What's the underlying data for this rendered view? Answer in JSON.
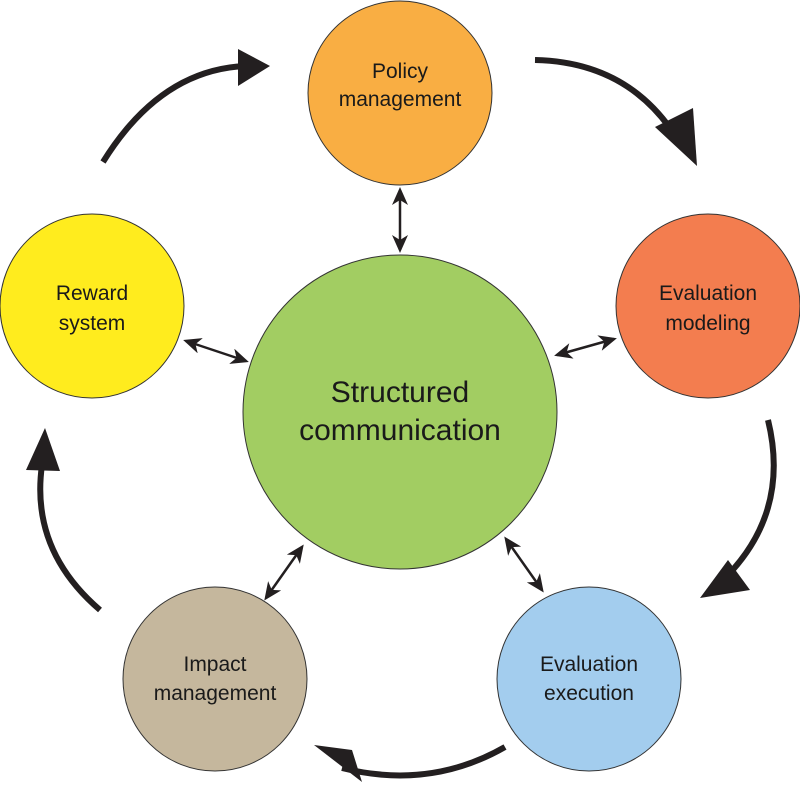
{
  "diagram": {
    "type": "cycle-with-hub",
    "center": {
      "id": "structured-communication",
      "lines": [
        "Structured",
        "communication"
      ],
      "color": "#A2CD62"
    },
    "nodes": [
      {
        "id": "policy-management",
        "lines": [
          "Policy",
          "management"
        ],
        "color": "#F9AE43"
      },
      {
        "id": "evaluation-modeling",
        "lines": [
          "Evaluation",
          "modeling"
        ],
        "color": "#F37D4F"
      },
      {
        "id": "evaluation-execution",
        "lines": [
          "Evaluation",
          "execution"
        ],
        "color": "#A3CDEE"
      },
      {
        "id": "impact-management",
        "lines": [
          "Impact",
          "management"
        ],
        "color": "#C5B79D"
      },
      {
        "id": "reward-system",
        "lines": [
          "Reward",
          "system"
        ],
        "color": "#FFEC1E"
      }
    ],
    "cycle_direction": "clockwise",
    "cycle_edges": [
      {
        "from": "policy-management",
        "to": "evaluation-modeling"
      },
      {
        "from": "evaluation-modeling",
        "to": "evaluation-execution"
      },
      {
        "from": "evaluation-execution",
        "to": "impact-management"
      },
      {
        "from": "impact-management",
        "to": "reward-system"
      },
      {
        "from": "reward-system",
        "to": "policy-management"
      }
    ],
    "hub_links": [
      {
        "node": "policy-management",
        "type": "bidirectional"
      },
      {
        "node": "evaluation-modeling",
        "type": "bidirectional"
      },
      {
        "node": "evaluation-execution",
        "type": "bidirectional"
      },
      {
        "node": "impact-management",
        "type": "bidirectional"
      },
      {
        "node": "reward-system",
        "type": "bidirectional"
      }
    ],
    "arrow_color": "#231F20"
  }
}
